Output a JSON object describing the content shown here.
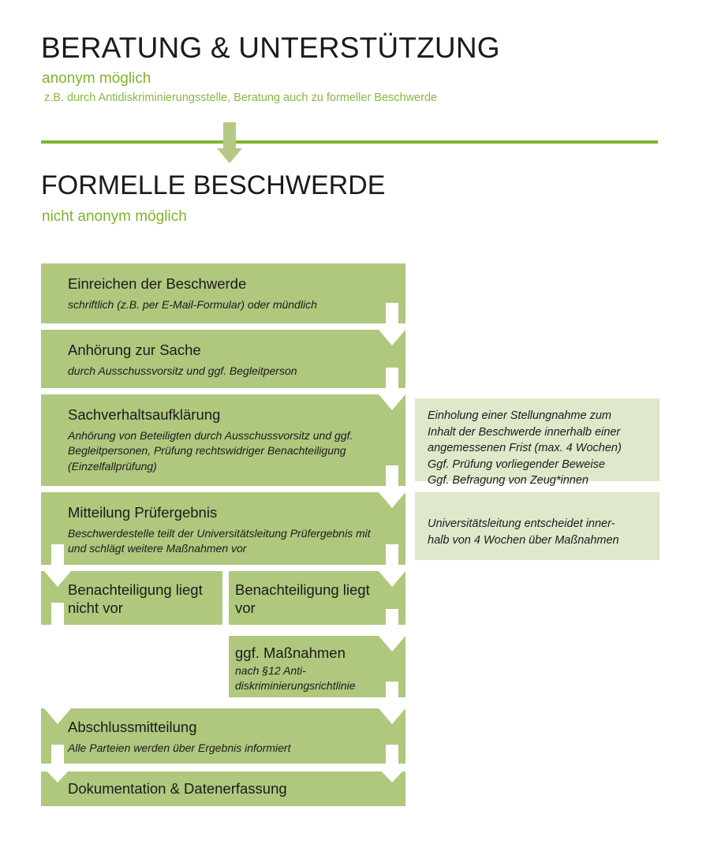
{
  "meta": {
    "colors": {
      "box_green": "#b0c77e",
      "side_green": "#dfe8cb",
      "accent_green": "#7fb429",
      "arrow_white": "#ffffff",
      "text_dark": "#1b1b1b"
    }
  },
  "section1": {
    "title": "BERATUNG & UNTERSTÜTZUNG",
    "subtitle": "anonym möglich",
    "note": "z.B. durch Antidiskriminierungsstelle, Beratung auch zu formeller Beschwerde"
  },
  "section2": {
    "title": "FORMELLE BESCHWERDE",
    "subtitle": "nicht anonym möglich"
  },
  "steps": [
    {
      "id": "einreichen",
      "title": "Einreichen der Beschwerde",
      "sub": "schriftlich (z.B. per E-Mail-Formular) oder mündlich"
    },
    {
      "id": "anhoerung",
      "title": "Anhörung zur Sache",
      "sub": "durch Ausschussvorsitz und ggf. Begleitperson"
    },
    {
      "id": "sachverhalt",
      "title": "Sachverhaltsaufklärung",
      "sub": "Anhörung von Beteiligten durch Ausschussvorsitz und ggf. Begleitpersonen, Prüfung rechtswidriger Benachteiligung (Einzelfallprüfung)"
    },
    {
      "id": "mitteilung",
      "title": "Mitteilung Prüfergebnis",
      "sub": "Beschwerdestelle teilt der Universitätsleitung Prüfergebnis mit und schlägt weitere Maßnahmen vor"
    },
    {
      "id": "nicht-vor",
      "title": "Benachteiligung liegt nicht vor",
      "sub": ""
    },
    {
      "id": "liegt-vor",
      "title": "Benachteiligung liegt vor",
      "sub": ""
    },
    {
      "id": "massnahmen",
      "title": "ggf. Maßnahmen",
      "sub": "nach §12 Anti­diskriminierungsrichtlinie"
    },
    {
      "id": "abschluss",
      "title": "Abschlussmitteilung",
      "sub": "Alle Parteien werden über Ergebnis informiert"
    },
    {
      "id": "dokumentation",
      "title": "Dokumentation & Datenerfassung",
      "sub": ""
    }
  ],
  "side_notes": [
    {
      "id": "stellungnahme",
      "text": "Einholung einer Stellungnahme zum Inhalt der Beschwerde innerhalb einer angemessenen Frist (max. 4 Wochen) Ggf. Prüfung vorliegender Beweise Ggf. Befragung von Zeug*innen",
      "lines": [
        "Einholung einer Stellungnahme zum",
        "Inhalt der Beschwerde innerhalb einer",
        "angemessenen Frist (max. 4 Wochen)",
        "Ggf. Prüfung vorliegender Beweise",
        "Ggf. Befragung von Zeug*innen"
      ]
    },
    {
      "id": "entscheidung",
      "text": "Universitätsleitung entscheidet innerhalb von 4 Wochen über Maßnahmen",
      "lines": [
        "Universitätsleitung entscheidet inner-",
        "halb von 4 Wochen über Maßnahmen"
      ]
    }
  ]
}
